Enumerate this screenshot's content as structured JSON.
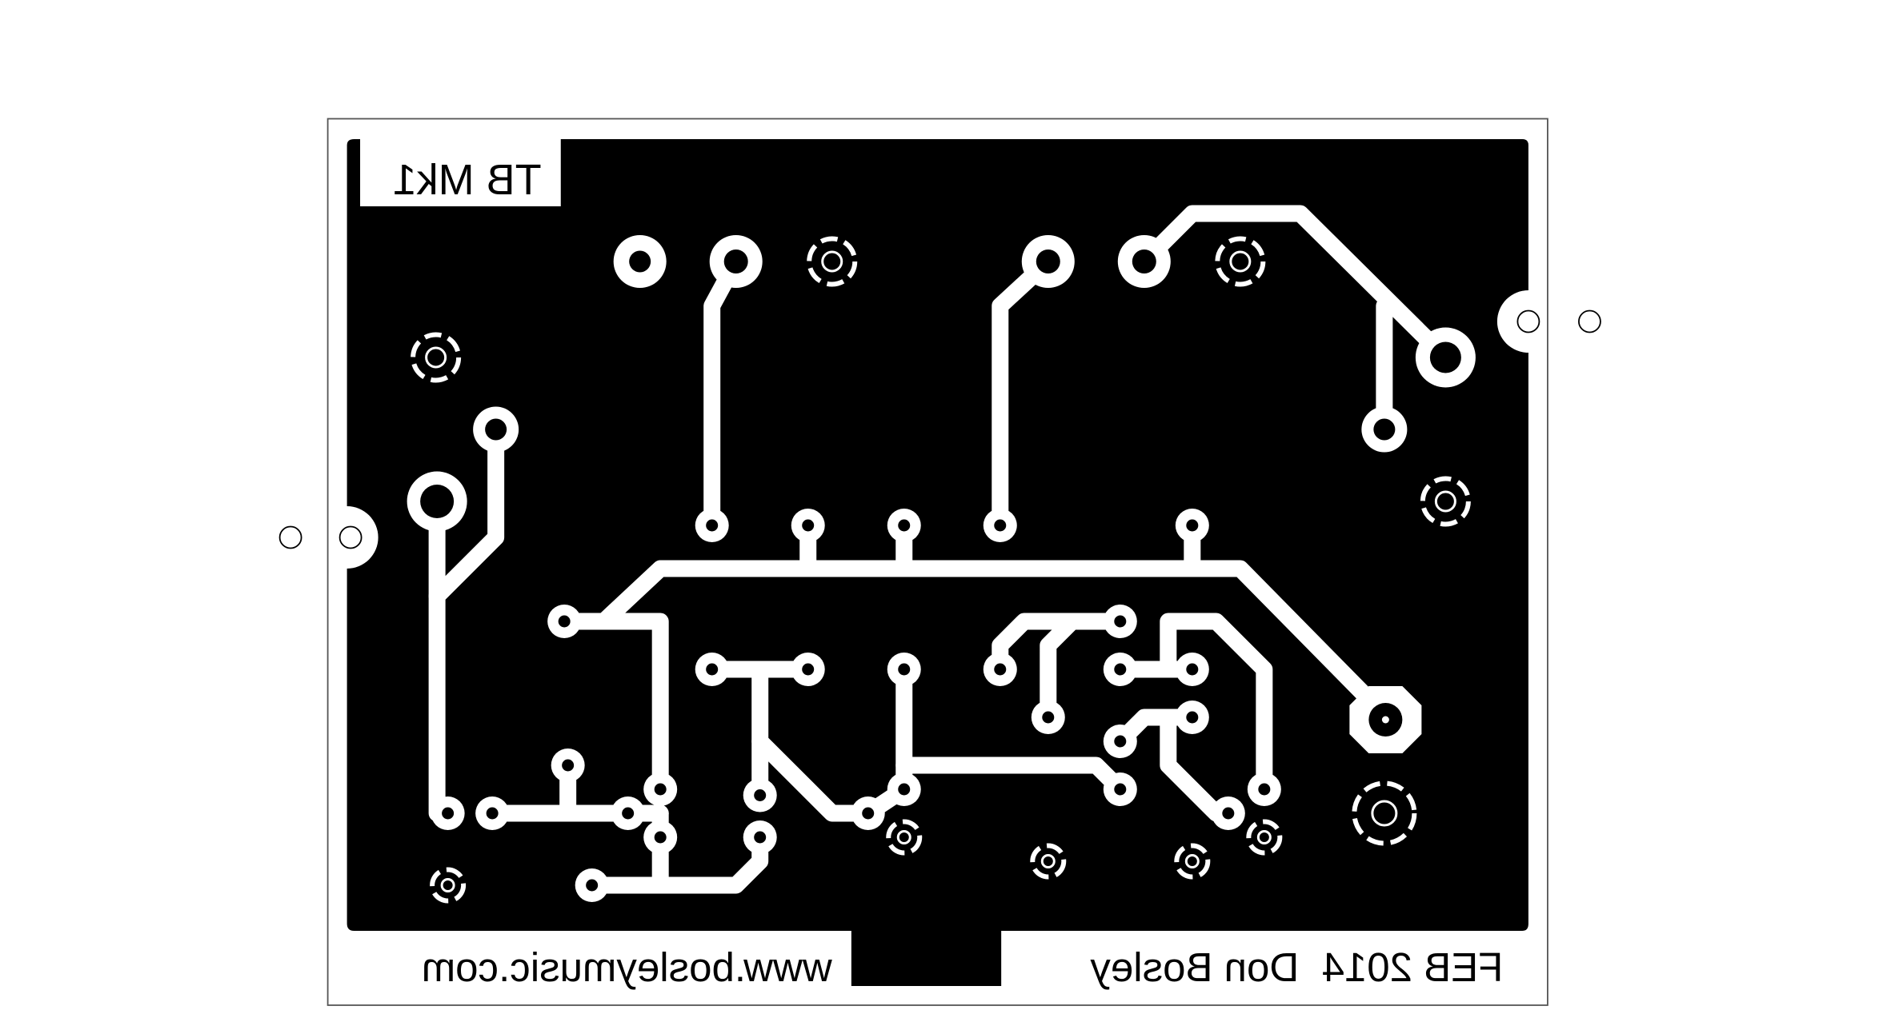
{
  "board": {
    "title_label": "TB Mk1",
    "website_label": "www.bosleymusic.com",
    "credit_label": "FEB 2014  Don Bosley",
    "mirrored": true
  },
  "colors": {
    "copper": "#000000",
    "background": "#ffffff",
    "outline": "#555555"
  }
}
